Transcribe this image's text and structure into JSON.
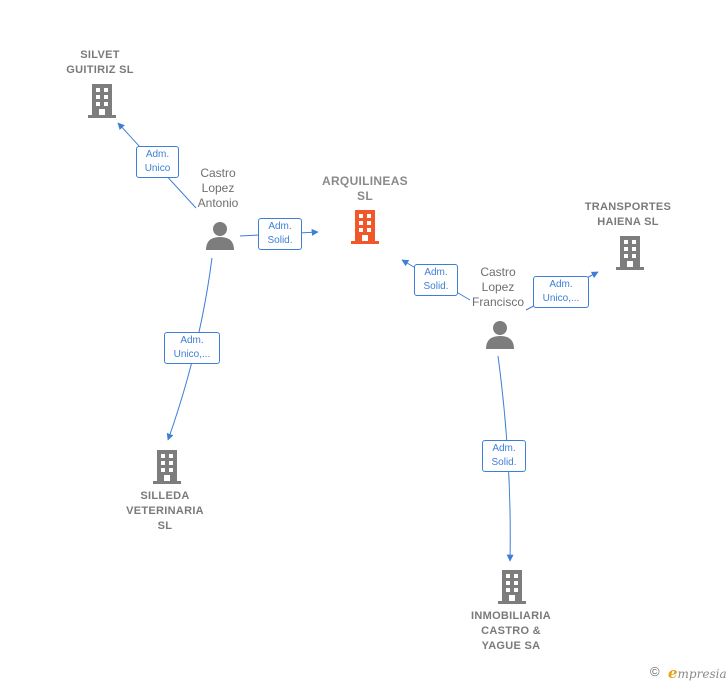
{
  "nodes": {
    "arquilineas": "ARQUILINEAS\nSL",
    "silvet": "SILVET\nGUITIRIZ SL",
    "transportes": "TRANSPORTES\nHAIENA  SL",
    "silleda": "SILLEDA\nVETERINARIA\nSL",
    "inmobiliaria": "INMOBILIARIA\nCASTRO &\nYAGUE SA"
  },
  "persons": {
    "antonio": "Castro\nLopez\nAntonio",
    "francisco": "Castro\nLopez\nFrancisco"
  },
  "edges": {
    "antonio_silvet": "Adm.\nUnico",
    "antonio_arquilineas": "Adm.\nSolid.",
    "antonio_silleda": "Adm.\nUnico,...",
    "francisco_arquilineas": "Adm.\nSolid.",
    "francisco_transportes": "Adm.\nUnico,...",
    "francisco_inmobiliaria": "Adm.\nSolid."
  },
  "colors": {
    "edge": "#3d7fd6",
    "building": "#7d7d7d",
    "main_building": "#f0582a",
    "person": "#7d7d7d"
  },
  "footer": {
    "copyright": "©",
    "brand_initial": "e",
    "brand_rest": "mpresia"
  }
}
